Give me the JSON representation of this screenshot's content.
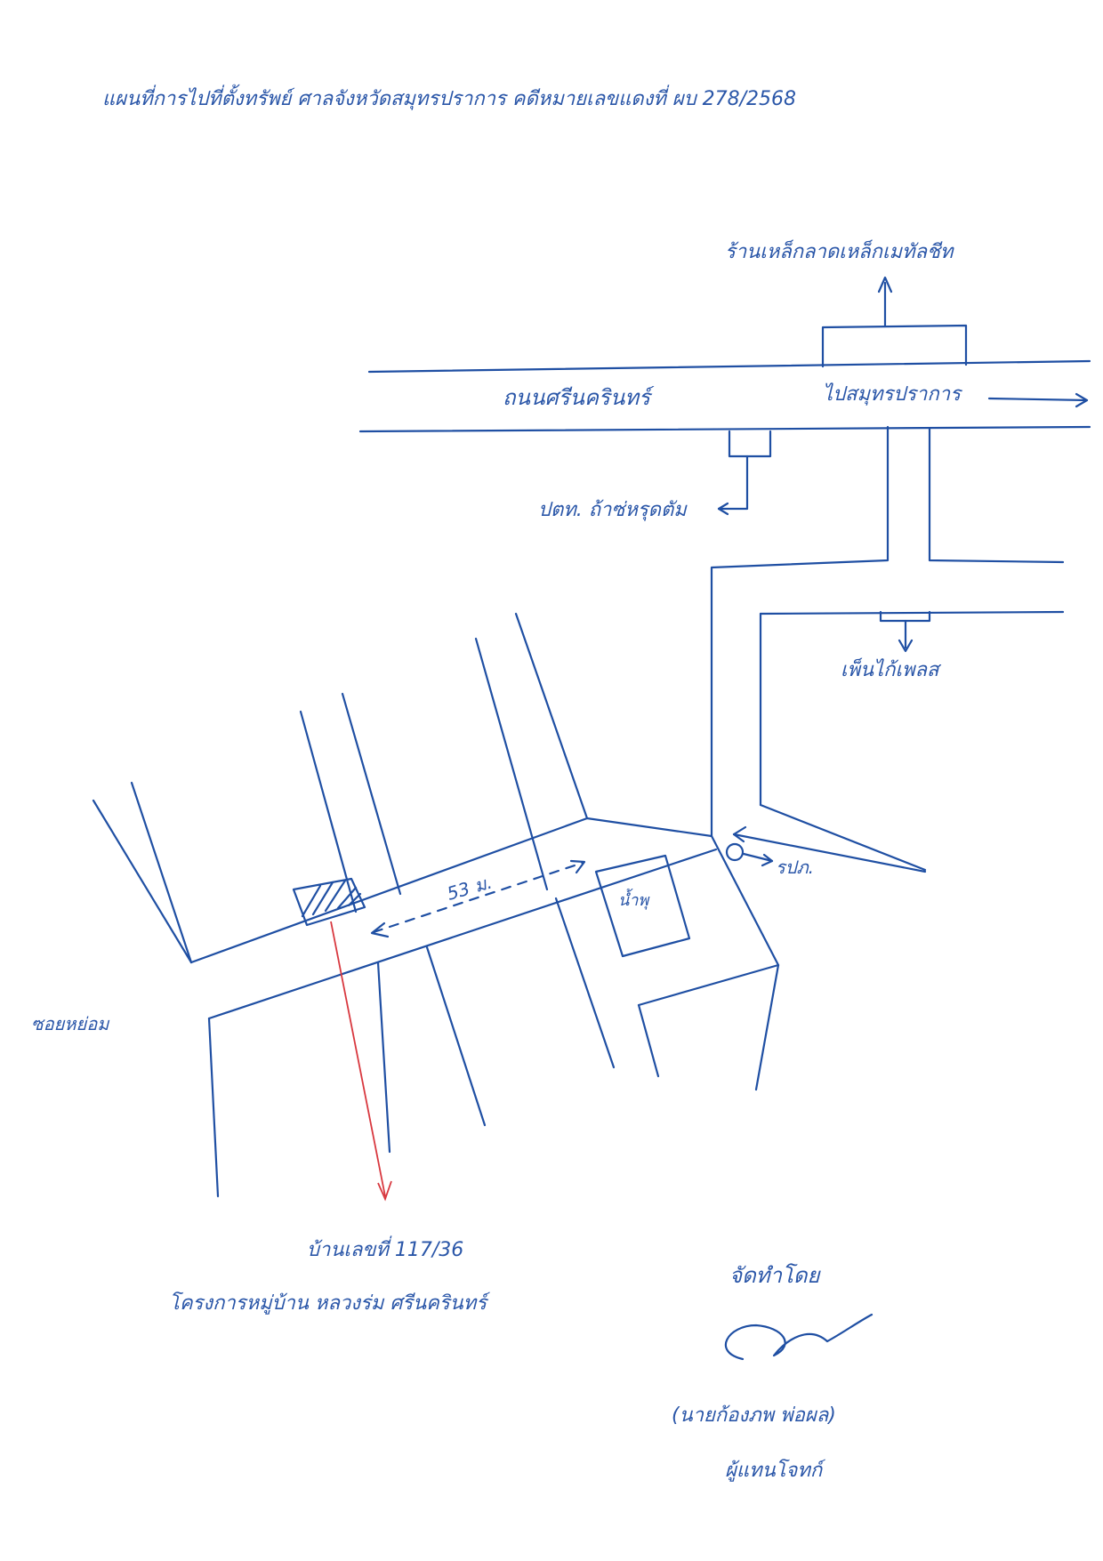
{
  "document": {
    "title": "แผนที่การไปที่ตั้งทรัพย์ ศาลจังหวัดสมุทรปราการ คดีหมายเลขแดงที่ ผบ 278/2568"
  },
  "map": {
    "roads": {
      "main_road_label": "ถนนศรีนครินทร์",
      "direction_label": "ไปสมุทรปราการ",
      "soi_label": "ซอยหย่อม"
    },
    "landmarks": {
      "top_store": "ร้านเหล็กลาดเหล็กเมทัลชีท",
      "post_office": "ปตท. ถ้าซ่หรุดตัม",
      "plaza": "เพ็นไก้เพลส",
      "pond": "น้ำพุ",
      "roundabout": "รปภ.",
      "distance": "53 ม."
    },
    "property": {
      "house_number": "บ้านเลขที่ 117/36",
      "project_name": "โครงการหมู่บ้าน หลวงร่ม ศรีนครินทร์"
    }
  },
  "signature_block": {
    "prepared_by": "จัดทำโดย",
    "name": "(นายก้องภพ พ่อผล)",
    "role": "ผู้แทนโจทก์"
  },
  "colors": {
    "ink": "#1f4fa3",
    "red_ink": "#d8383f",
    "background": "#ffffff"
  }
}
